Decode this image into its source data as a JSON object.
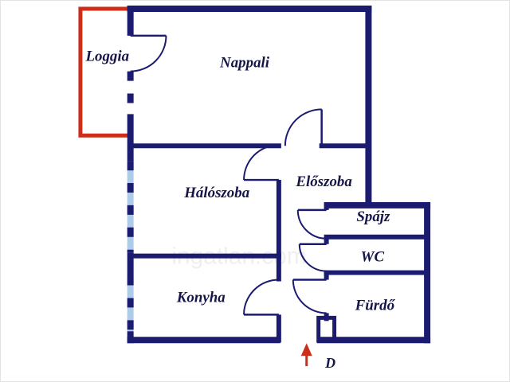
{
  "floorplan": {
    "rooms": [
      {
        "id": "loggia",
        "label": "Loggia"
      },
      {
        "id": "nappali",
        "label": "Nappali"
      },
      {
        "id": "haloszoba",
        "label": "Hálószoba"
      },
      {
        "id": "eloszoba",
        "label": "Előszoba"
      },
      {
        "id": "spajz",
        "label": "Spájz"
      },
      {
        "id": "wc",
        "label": "WC"
      },
      {
        "id": "furdo",
        "label": "Fürdő"
      },
      {
        "id": "konyha",
        "label": "Konyha"
      }
    ],
    "entrance": {
      "label": "D"
    },
    "watermark": "ingatlan.com",
    "colors": {
      "wall": "#1b1b70",
      "loggia_wall": "#cc2e1a",
      "window": "#aecbe8",
      "arrow": "#cc2e1a",
      "label": "#15154a",
      "background": "#ffffff"
    }
  }
}
